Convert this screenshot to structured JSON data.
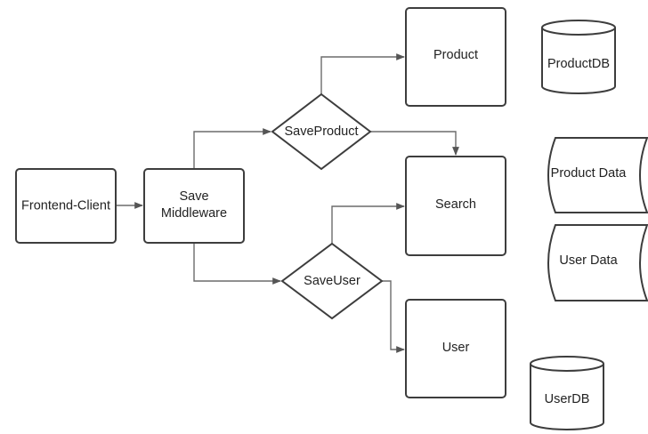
{
  "nodes": {
    "frontend_client": {
      "label": "Frontend-Client",
      "shape": "rectangle"
    },
    "save_middleware": {
      "label_line1": "Save",
      "label_line2": "Middleware",
      "shape": "rectangle"
    },
    "save_product": {
      "label": "SaveProduct",
      "shape": "decision"
    },
    "save_user": {
      "label": "SaveUser",
      "shape": "decision"
    },
    "product": {
      "label": "Product",
      "shape": "rectangle"
    },
    "search": {
      "label": "Search",
      "shape": "rectangle"
    },
    "user": {
      "label": "User",
      "shape": "rectangle"
    },
    "product_db": {
      "label": "ProductDB",
      "shape": "database"
    },
    "product_data": {
      "label": "Product Data",
      "shape": "stored-data"
    },
    "user_data": {
      "label": "User Data",
      "shape": "stored-data"
    },
    "user_db": {
      "label": "UserDB",
      "shape": "database"
    }
  },
  "edges": [
    {
      "from": "frontend_client",
      "to": "save_middleware"
    },
    {
      "from": "save_middleware",
      "to": "save_product"
    },
    {
      "from": "save_middleware",
      "to": "save_user"
    },
    {
      "from": "save_product",
      "to": "product"
    },
    {
      "from": "save_product",
      "to": "search"
    },
    {
      "from": "save_user",
      "to": "search"
    },
    {
      "from": "save_user",
      "to": "user"
    }
  ],
  "colors": {
    "stroke": "#3d3d3d",
    "connector": "#6b6b6b",
    "fill": "#ffffff",
    "text": "#222222"
  }
}
